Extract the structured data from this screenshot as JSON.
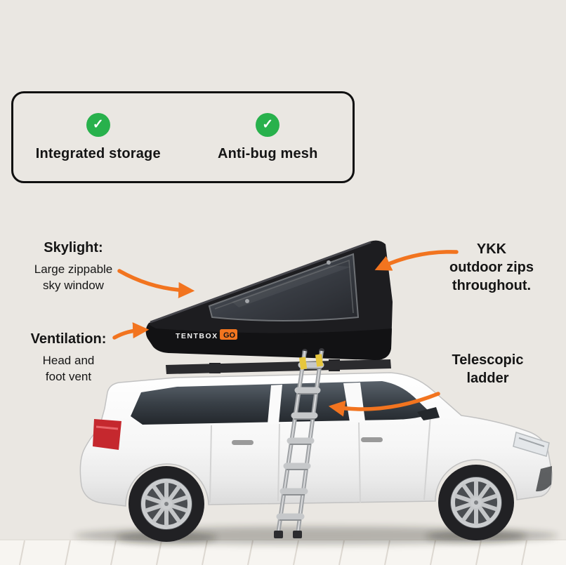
{
  "colors": {
    "background": "#eae7e2",
    "accent_orange": "#f2741f",
    "check_green": "#28b14c",
    "text": "#151515"
  },
  "glyphs": {
    "check": "✓"
  },
  "card": {
    "features": [
      {
        "icon": "check-icon",
        "label": "Integrated storage"
      },
      {
        "icon": "check-icon",
        "label": "Anti-bug mesh"
      }
    ]
  },
  "callouts": {
    "skylight": {
      "title": "Skylight:",
      "description": "Large zippable\nsky window"
    },
    "ykk": {
      "title": "YKK\noutdoor zips\nthroughout."
    },
    "ventilation": {
      "title": "Ventilation:",
      "description": "Head and\nfoot vent"
    },
    "ladder": {
      "title": "Telescopic\nladder"
    }
  },
  "tent": {
    "brand": "TENTBOX",
    "model": "GO"
  }
}
